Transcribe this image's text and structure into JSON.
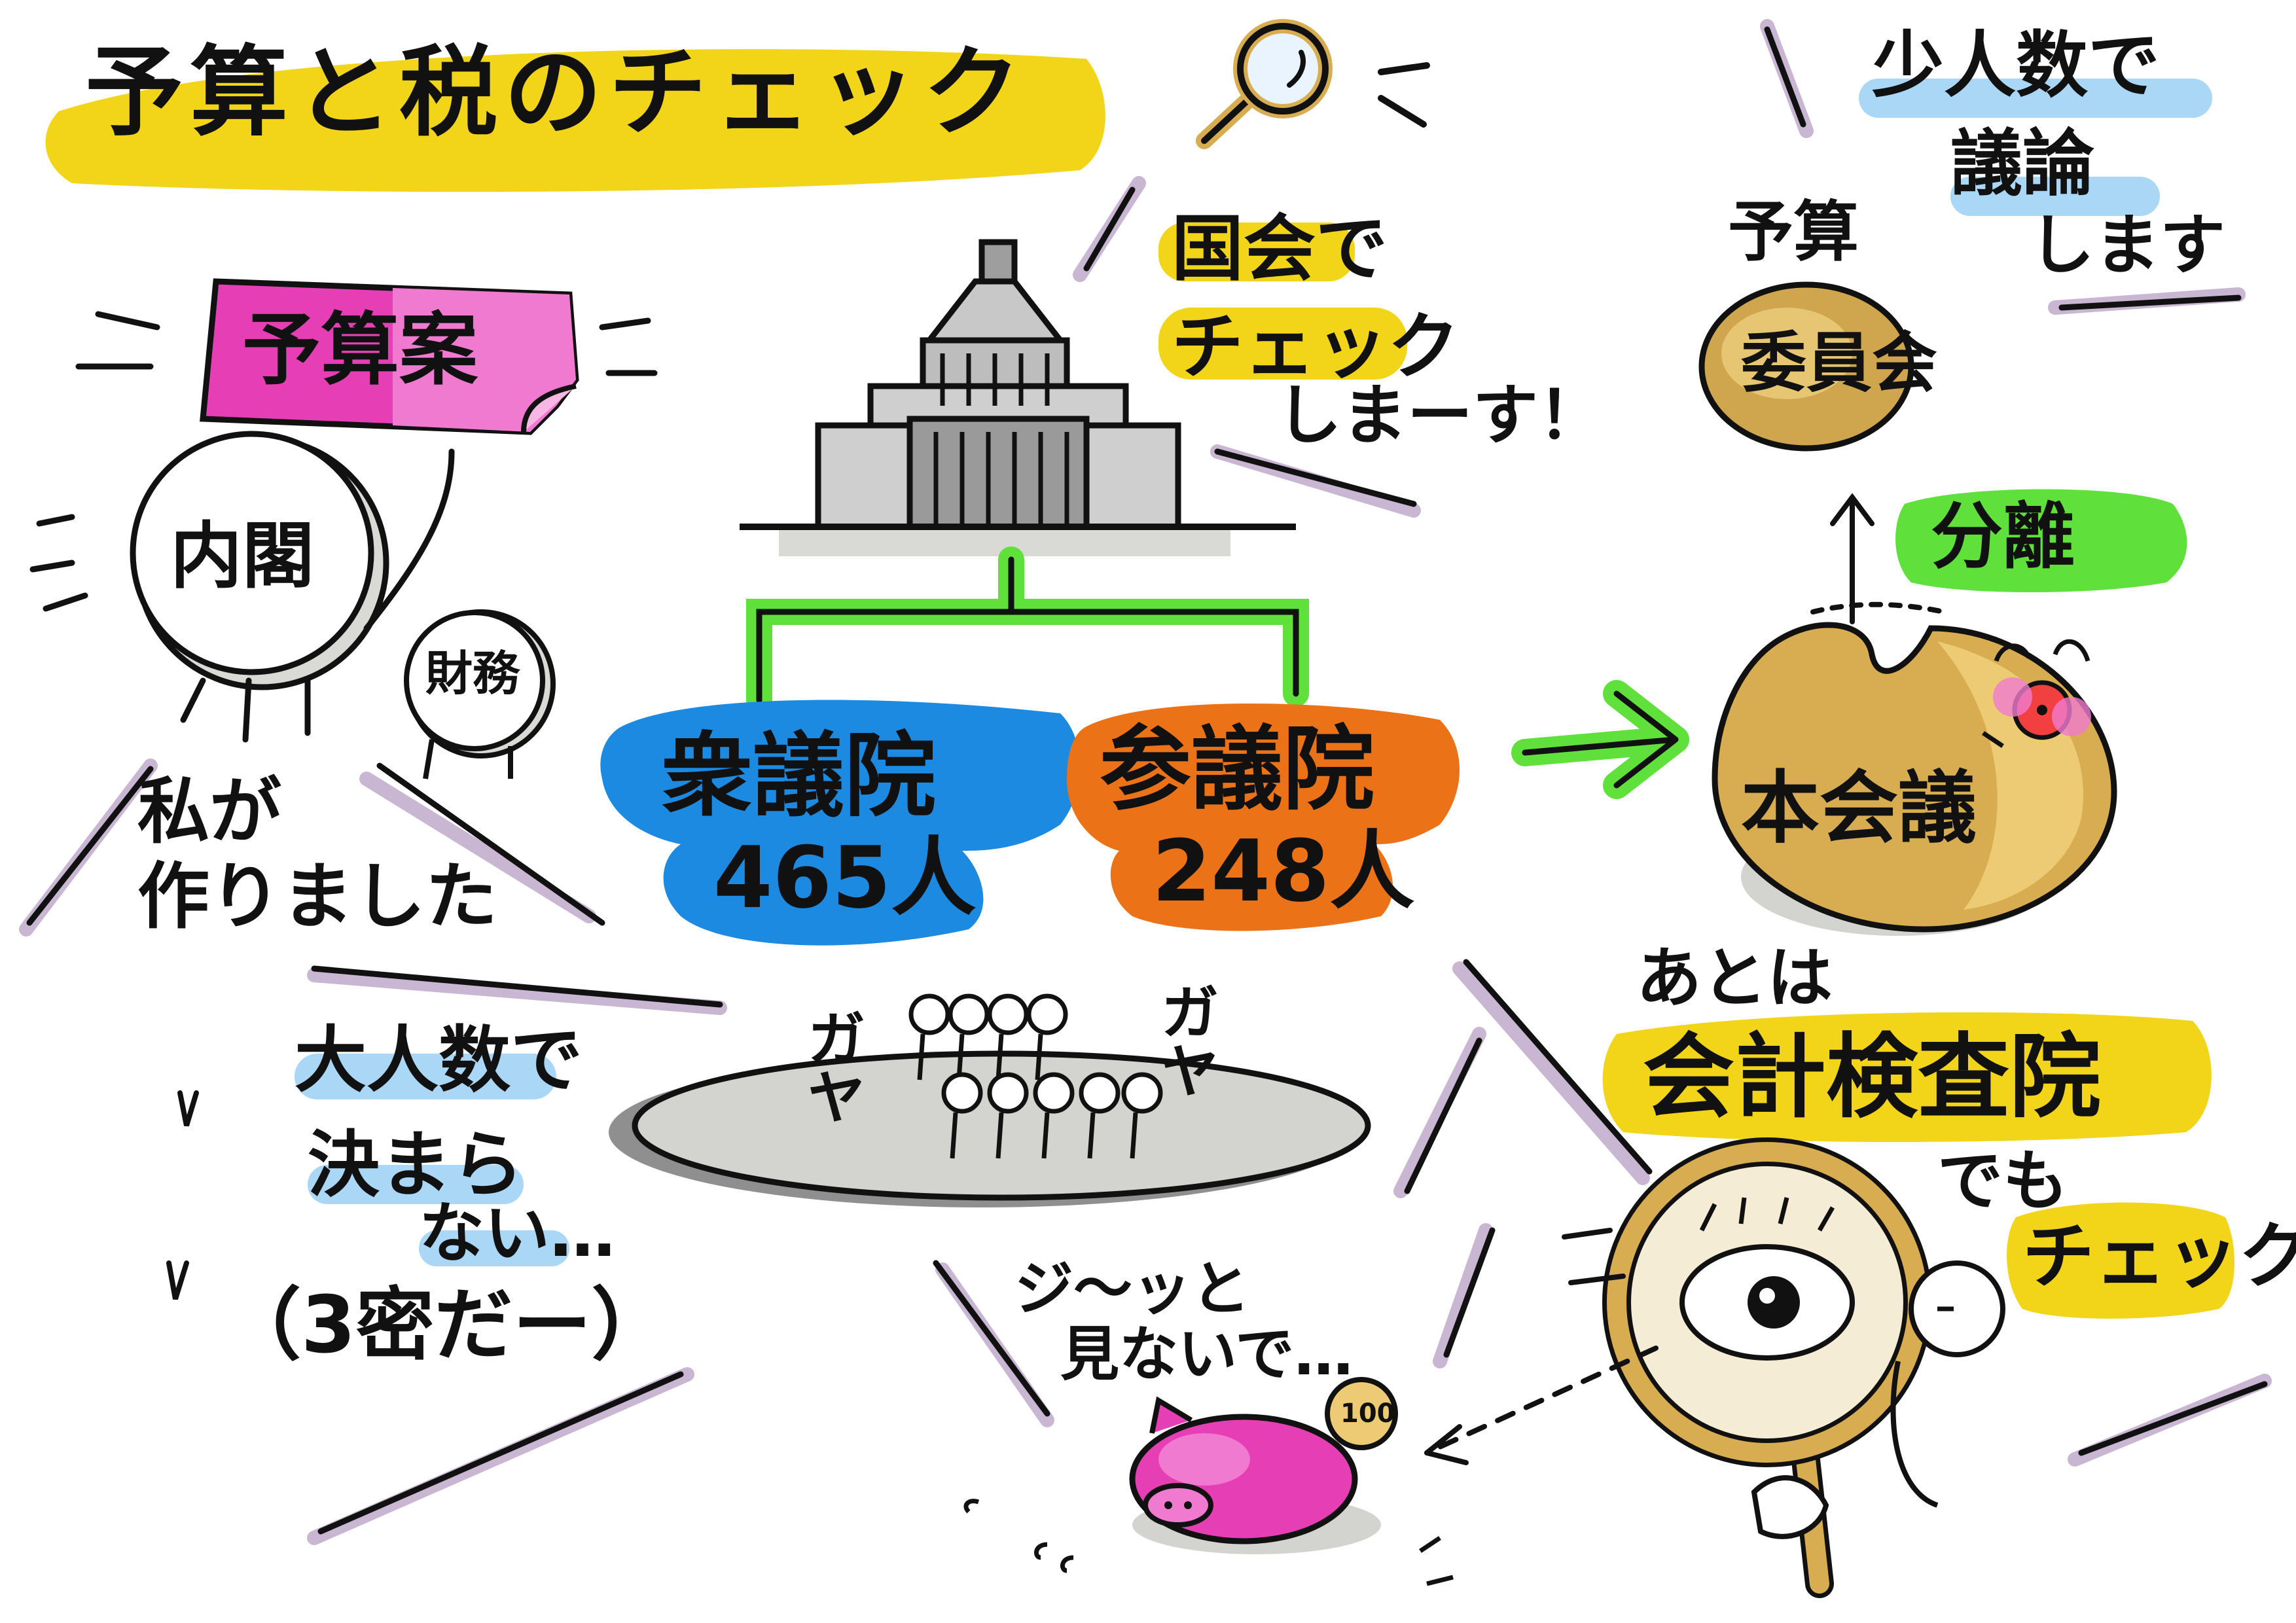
{
  "title": "予算と税のチェック",
  "colors": {
    "yellow": "#f2d418",
    "magenta": "#e63fb5",
    "blue": "#1b8ae0",
    "orange": "#ec7217",
    "green": "#5fe03a",
    "light_blue": "#aad7f5",
    "gold": "#d8ad52",
    "gray": "#cfcfca",
    "lavender": "#c8b6d2"
  },
  "left": {
    "budget_paper": "予算案",
    "cabinet": "内閣",
    "finance": "財務",
    "made_by_me": [
      "私が",
      "作りました"
    ]
  },
  "center": {
    "diet_check": [
      "国会で",
      "チェック",
      "しまーす！"
    ],
    "lower_house": {
      "name": "衆議院",
      "count": "465人"
    },
    "upper_house": {
      "name": "参議院",
      "count": "248人"
    },
    "crowd_noise": [
      "ガヤ",
      "ガヤ"
    ],
    "crowd_caption": [
      "大人数で",
      "決まら",
      "ない…",
      "（3密だー）"
    ]
  },
  "right": {
    "few_people": [
      "少人数で",
      "議論",
      "します"
    ],
    "budget_committee": [
      "予算",
      "委員会"
    ],
    "separation": "分離",
    "plenary": "本会議",
    "also": "あとは",
    "audit_board": "会計検査院",
    "check": [
      "でも",
      "チェック！"
    ]
  },
  "bottom": {
    "stare": [
      "ジ〜ッと",
      "見ないで…"
    ],
    "coin": "100"
  }
}
